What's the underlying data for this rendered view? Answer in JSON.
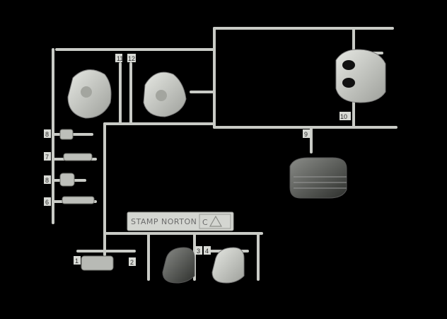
{
  "photo": {
    "background": "#000000",
    "plastic_color": "#c9cbc6"
  },
  "plate": {
    "text": "STAMP NORTON",
    "mark": "C"
  },
  "part_tags": [
    "1",
    "2",
    "3",
    "4",
    "6",
    "7",
    "8",
    "9",
    "10",
    "11",
    "12"
  ]
}
